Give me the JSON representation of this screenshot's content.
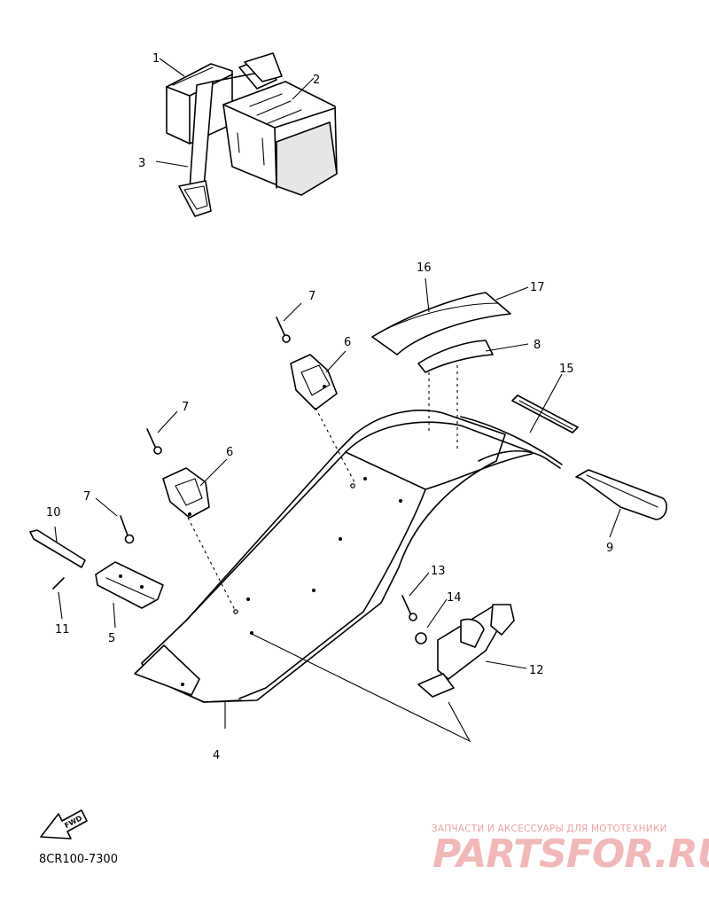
{
  "callouts": {
    "c1": "1",
    "c2": "2",
    "c3": "3",
    "c4": "4",
    "c5": "5",
    "c6a": "6",
    "c6b": "6",
    "c7a": "7",
    "c7b": "7",
    "c7c": "7",
    "c8": "8",
    "c9": "9",
    "c10": "10",
    "c11": "11",
    "c12": "12",
    "c13": "13",
    "c14": "14",
    "c15": "15",
    "c16": "16",
    "c17": "17"
  },
  "fwd_label": "FWD",
  "diagram_code": "8CR100-7300",
  "watermark": {
    "tagline": "ЗАПЧАСТИ И АКСЕССУАРЫ ДЛЯ МОТОТЕХНИКИ",
    "brand": "PARTSFOR.RU"
  },
  "colors": {
    "line": "#000000",
    "watermark": "#f0b8b8"
  }
}
